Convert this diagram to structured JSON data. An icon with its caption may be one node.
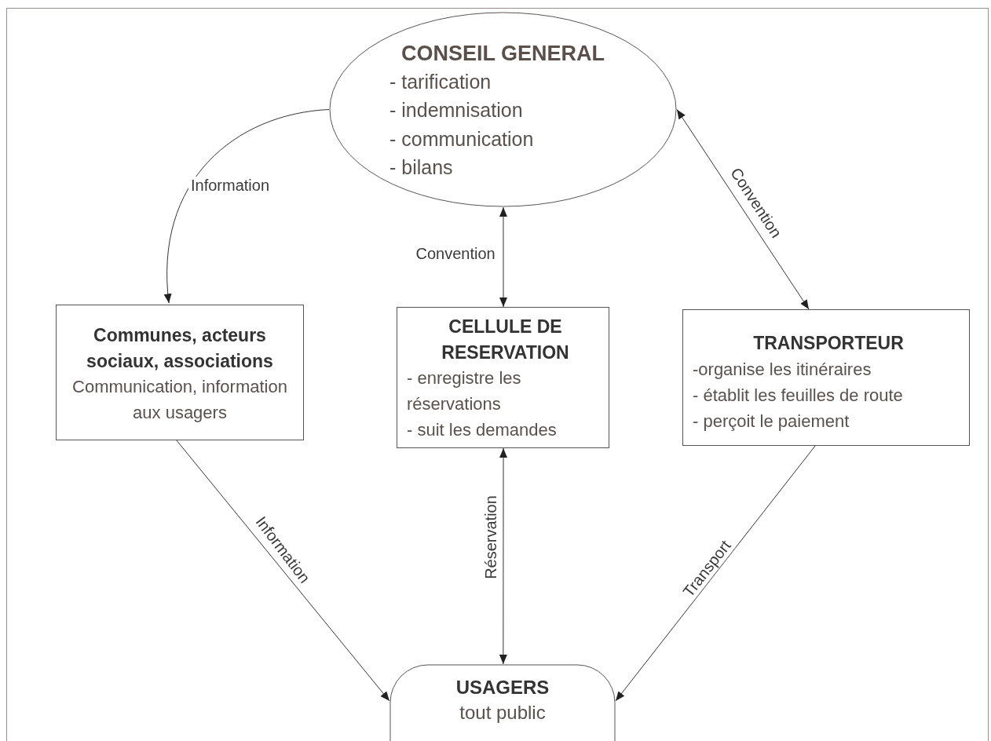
{
  "diagram": {
    "nodes": [
      {
        "text": [
          "CONSEIL GENERAL",
          "- tarification",
          "- indemnisation",
          "- communication",
          "- bilans"
        ]
      },
      {
        "text": [
          "Communes, acteurs sociaux, associations",
          "Communication, information aux usagers"
        ]
      },
      {
        "text": [
          "CELLULE DE RESERVATION",
          "- enregistre les réservations",
          "- suit les demandes"
        ]
      },
      {
        "text": [
          "TRANSPORTEUR",
          "-organise les itinéraires",
          "- établit les feuilles de route",
          "- perçoit le paiement"
        ]
      },
      {
        "text": [
          "USAGERS",
          "tout public"
        ]
      }
    ],
    "edges": [
      {
        "from": 0,
        "to": 1,
        "arrow": "to",
        "label": "Information"
      },
      {
        "from": 0,
        "to": 2,
        "arrow": "both",
        "label": "Convention"
      },
      {
        "from": 0,
        "to": 3,
        "arrow": "both",
        "label": "Convention"
      },
      {
        "from": 1,
        "to": 4,
        "arrow": "to",
        "label": "Information"
      },
      {
        "from": 2,
        "to": 4,
        "arrow": "both",
        "label": "Réservation"
      },
      {
        "from": 3,
        "to": 4,
        "arrow": "to",
        "label": "Transport"
      }
    ]
  }
}
